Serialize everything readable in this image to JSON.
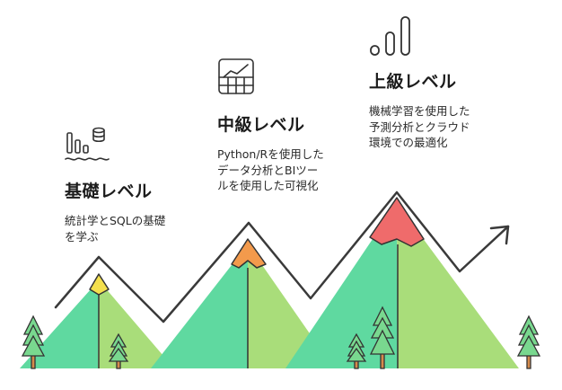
{
  "levels": [
    {
      "title": "基礎レベル",
      "desc": [
        "統計学とSQLの基礎",
        "を学ぶ"
      ],
      "icon": "database-bar-chart-icon",
      "peak_color": "#f4e04d"
    },
    {
      "title": "中級レベル",
      "desc": [
        "Python/Rを使用した",
        "データ分析とBIツー",
        "ルを使用した可視化"
      ],
      "icon": "line-chart-grid-icon",
      "peak_color": "#f39a4c"
    },
    {
      "title": "上級レベル",
      "desc": [
        "機械学習を使用した",
        "予測分析とクラウド",
        "環境での最適化"
      ],
      "icon": "ascending-bars-icon",
      "peak_color": "#ef6b6b"
    }
  ],
  "colors": {
    "mountain_left": "#5fd9a0",
    "mountain_right": "#a9dd7a",
    "tree": "#79d88f",
    "trunk": "#d58a4c",
    "line": "#3a3a3a"
  }
}
